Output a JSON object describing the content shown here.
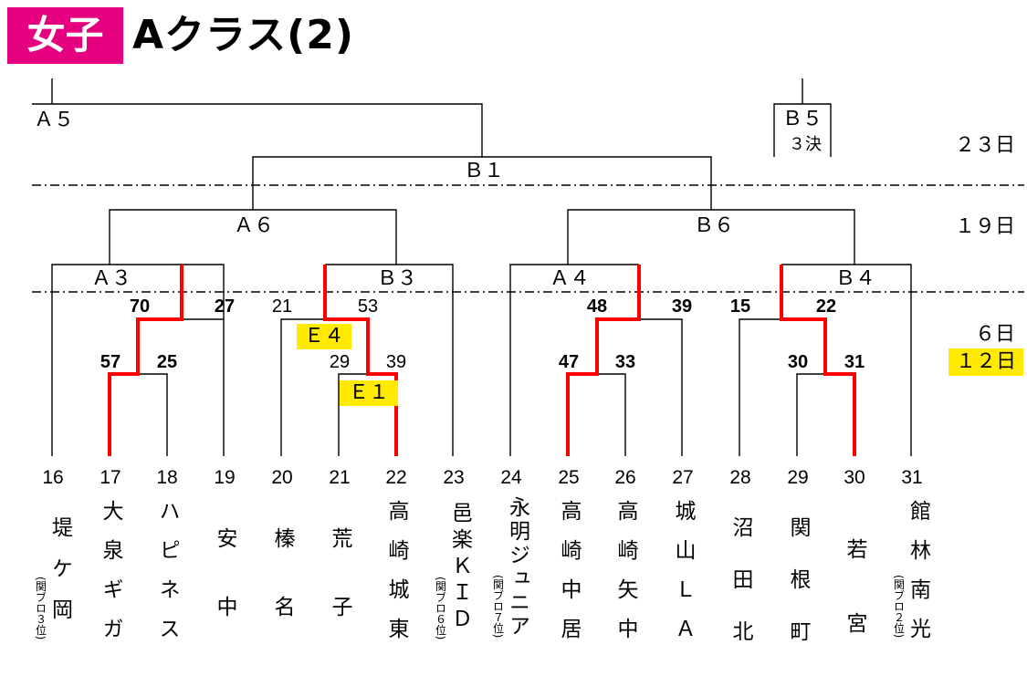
{
  "header": {
    "badge": "女子",
    "title": "Aクラス(2)"
  },
  "days": {
    "d23": "２３日",
    "d19": "１９日",
    "d6": "６日",
    "d12": "１２日"
  },
  "matches": {
    "A5": "Ａ５",
    "B5": "Ｂ５",
    "B5_note": "３決",
    "B1": "Ｂ１",
    "A6": "Ａ６",
    "B6": "Ｂ６",
    "A3": "Ａ３",
    "B3": "Ｂ３",
    "A4": "Ａ４",
    "B4": "Ｂ４",
    "E4": "Ｅ４",
    "E1": "Ｅ１"
  },
  "scores": {
    "A3_left": "70",
    "A3_right": "27",
    "m17_18_left": "57",
    "m17_18_right": "25",
    "B3_left": "21",
    "B3_right": "53",
    "m21_22_left": "29",
    "m21_22_right": "39",
    "A4_left": "48",
    "A4_right": "39",
    "m25_26_left": "47",
    "m25_26_right": "33",
    "B4_left": "15",
    "B4_right": "22",
    "m29_30_left": "30",
    "m29_30_right": "31"
  },
  "teams": [
    {
      "seed": "16",
      "name": "堤ケ岡",
      "note": "(関ブロ３位)"
    },
    {
      "seed": "17",
      "name": "大泉ギガ",
      "note": ""
    },
    {
      "seed": "18",
      "name": "ハピネス",
      "note": ""
    },
    {
      "seed": "19",
      "name": "安中",
      "note": ""
    },
    {
      "seed": "20",
      "name": "榛名",
      "note": ""
    },
    {
      "seed": "21",
      "name": "荒子",
      "note": ""
    },
    {
      "seed": "22",
      "name": "高崎城東",
      "note": ""
    },
    {
      "seed": "23",
      "name": "邑楽ＫＩＤ",
      "note": "(関ブロ６位)"
    },
    {
      "seed": "24",
      "name": "永明ジュニア",
      "note": "(関ブロ７位)"
    },
    {
      "seed": "25",
      "name": "高崎中居",
      "note": ""
    },
    {
      "seed": "26",
      "name": "高崎矢中",
      "note": ""
    },
    {
      "seed": "27",
      "name": "城山ＬＡ",
      "note": ""
    },
    {
      "seed": "28",
      "name": "沼田北",
      "note": ""
    },
    {
      "seed": "29",
      "name": "関根町",
      "note": ""
    },
    {
      "seed": "30",
      "name": "若宮",
      "note": ""
    },
    {
      "seed": "31",
      "name": "館林南光",
      "note": "(関ブロ２位)"
    }
  ],
  "colors": {
    "accent": "#e4007f",
    "winner_line": "#ff0000",
    "highlight": "#ffea00"
  }
}
